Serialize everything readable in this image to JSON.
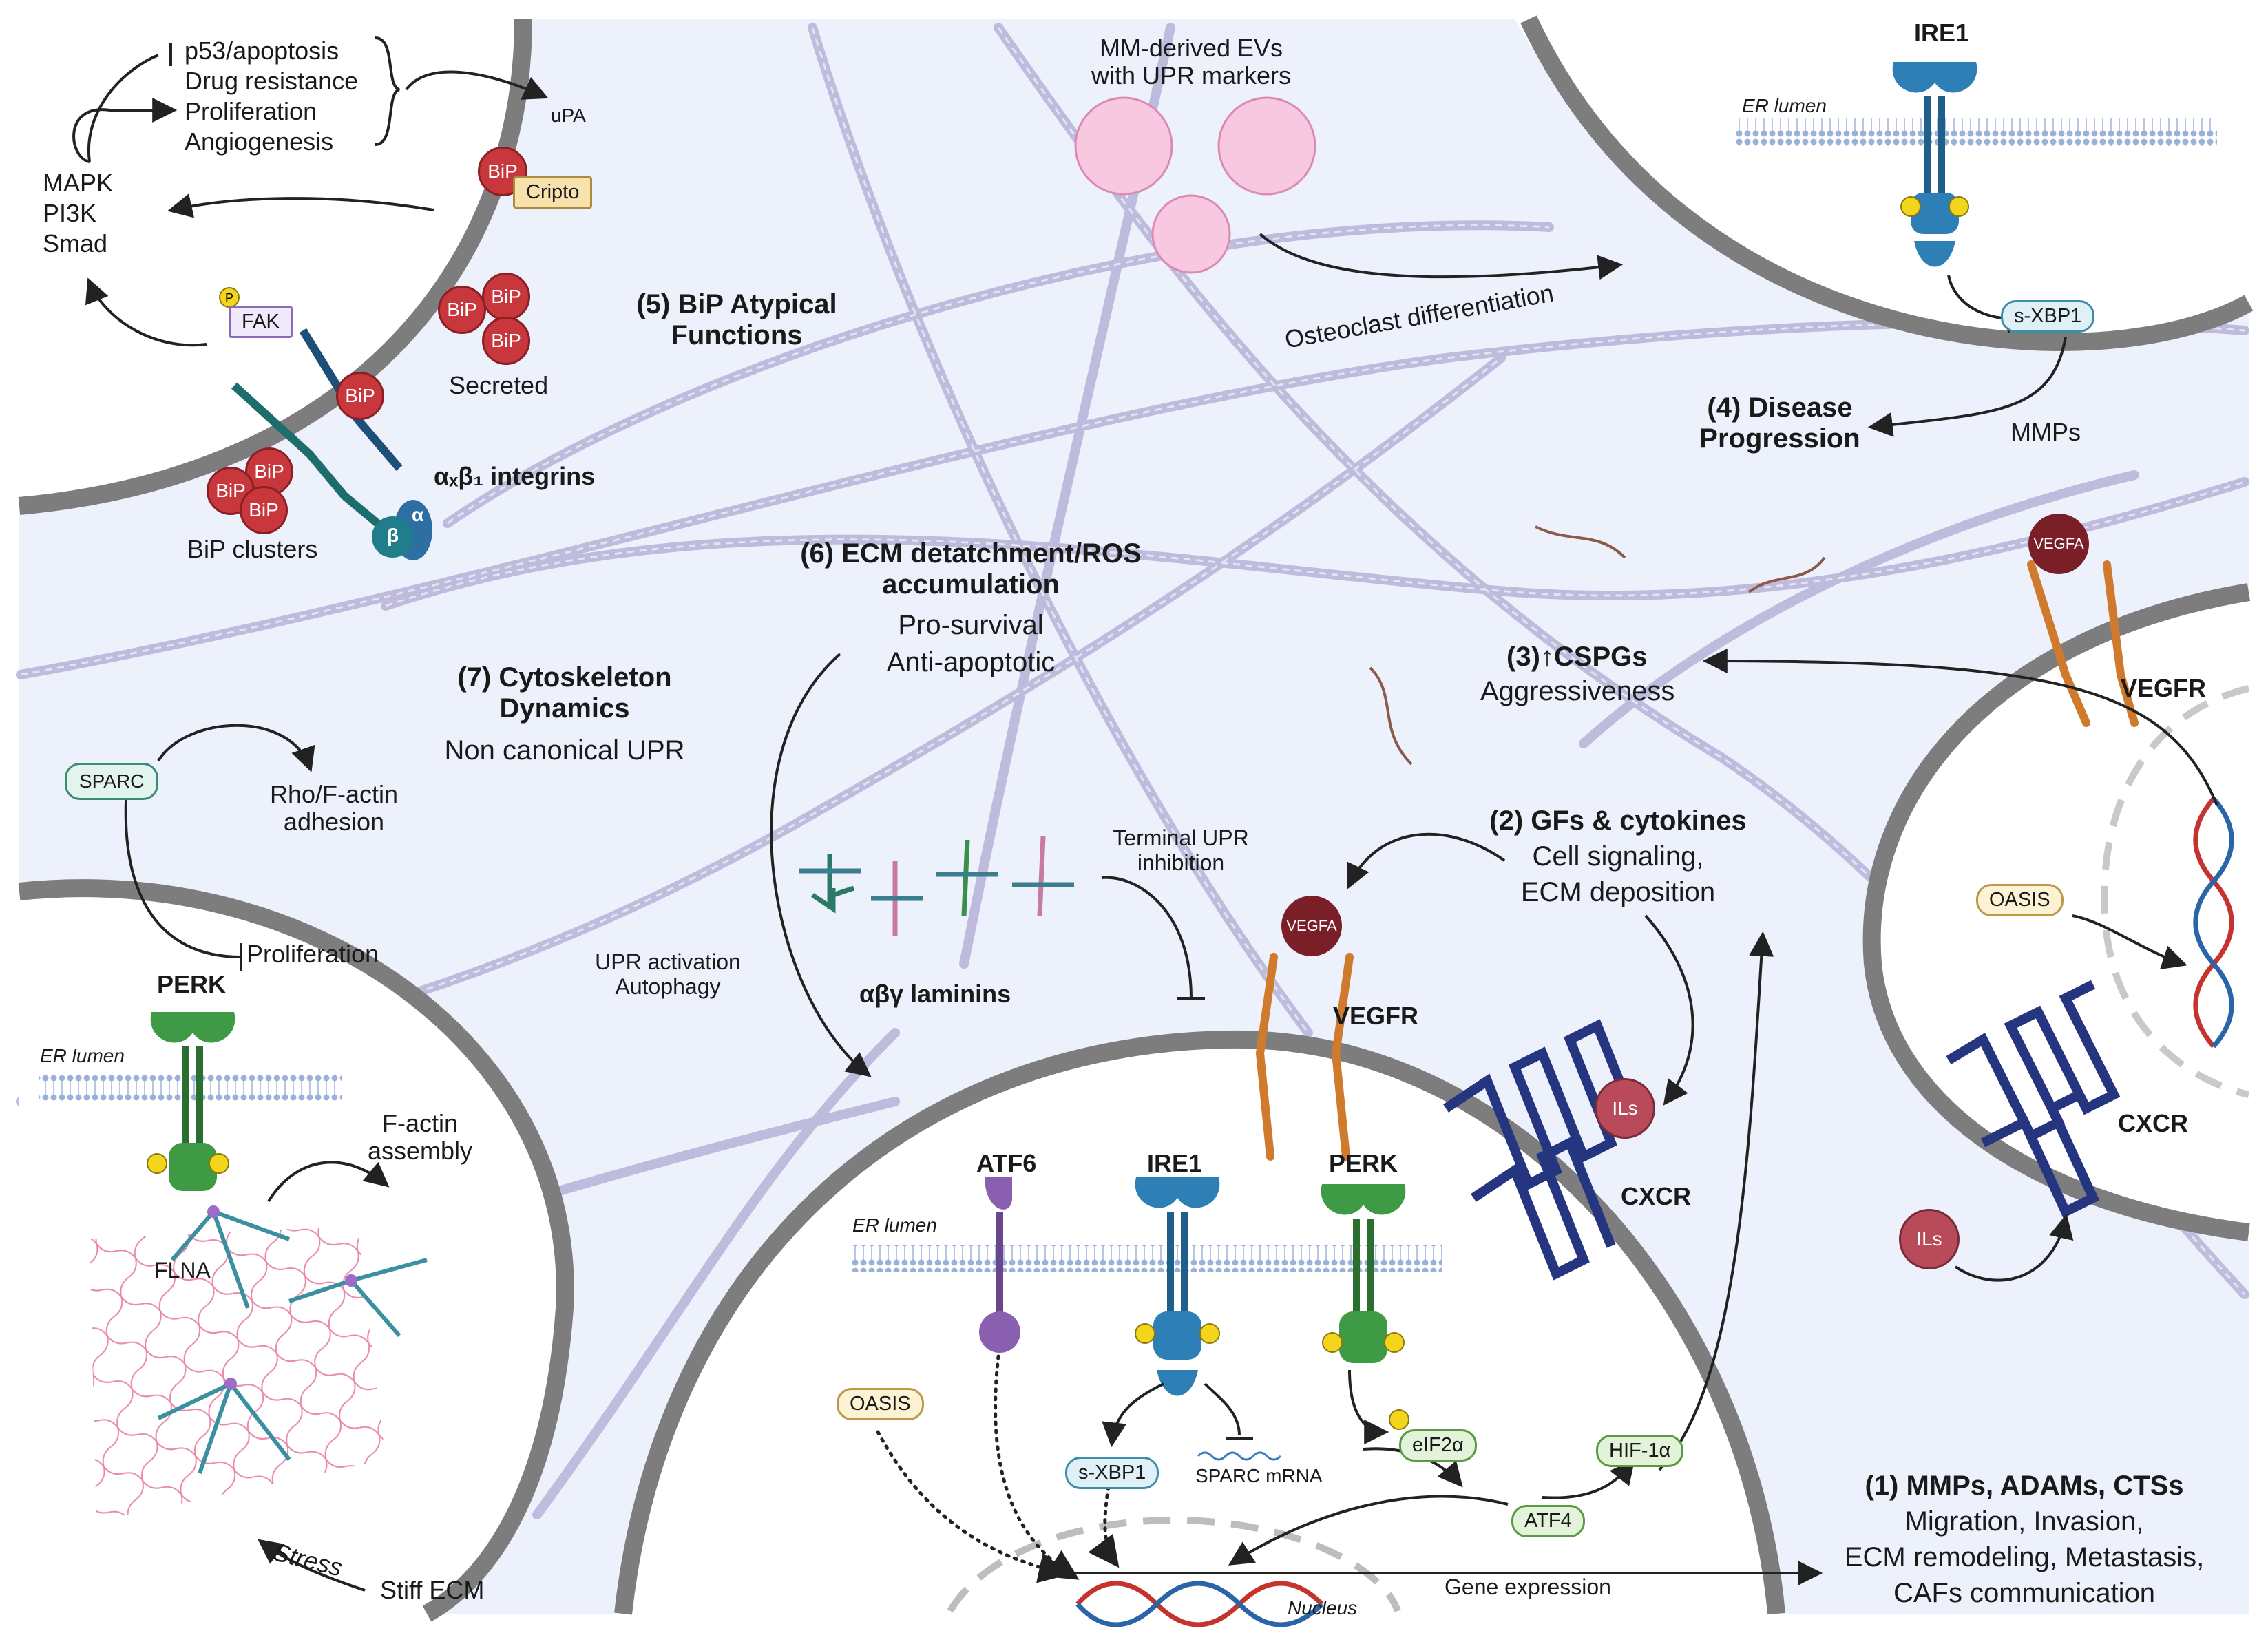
{
  "labels": {
    "p53": "p53/apoptosis",
    "drug": "Drug resistance",
    "prolif": "Proliferation",
    "angio": "Angiogenesis",
    "upa": "uPA",
    "mapk": "MAPK",
    "pi3k": "PI3K",
    "smad": "Smad",
    "bip": "BiP",
    "cripto": "Cripto",
    "fak": "FAK",
    "p": "P",
    "secreted": "Secreted",
    "integrins": "αₓβ₁ integrins",
    "alpha": "α",
    "beta": "β",
    "bip_clusters": "BiP clusters",
    "s5_title_1": "(5) BiP Atypical",
    "s5_title_2": "Functions",
    "ev_1": "MM-derived EVs",
    "ev_2": "with UPR markers",
    "osteoclast": "Osteoclast differentiation",
    "ire1": "IRE1",
    "er_lumen": "ER lumen",
    "sxbp1": "s-XBP1",
    "s4_title_1": "(4) Disease",
    "s4_title_2": "Progression",
    "mmps": "MMPs",
    "s6_title_1": "(6) ECM detatchment/ROS",
    "s6_title_2": "accumulation",
    "pro_survival": "Pro-survival",
    "anti_apoptotic": "Anti-apoptotic",
    "vegfa": "VEGFA",
    "vegfr": "VEGFR",
    "s3_title": "(3)↑CSPGs",
    "aggressiveness": "Aggressiveness",
    "s7_title_1": "(7) Cytoskeleton",
    "s7_title_2": "Dynamics",
    "non_canonical": "Non canonical UPR",
    "sparc": "SPARC",
    "rho_1": "Rho/F-actin",
    "rho_2": "adhesion",
    "proliferation": "Proliferation",
    "perk": "PERK",
    "factin_1": "F-actin",
    "factin_2": "assembly",
    "flna": "FLNA",
    "stress": "Stress",
    "stiff_ecm": "Stiff ECM",
    "terminal_1": "Terminal UPR",
    "terminal_2": "inhibition",
    "laminins": "αβγ laminins",
    "upr_act_1": "UPR activation",
    "upr_act_2": "Autophagy",
    "s2_title": "(2) GFs & cytokines",
    "cell_sig": "Cell signaling,",
    "ecm_dep": "ECM deposition",
    "oasis": "OASIS",
    "ils": "ILs",
    "cxcr": "CXCR",
    "atf6": "ATF6",
    "eif2a": "eIF2α",
    "atf4": "ATF4",
    "hif1a": "HIF-1α",
    "sparc_mrna": "SPARC mRNA",
    "nucleus": "Nucleus",
    "gene_expr": "Gene expression",
    "s1_title": "(1) MMPs, ADAMs, CTSs",
    "s1_l1": "Migration, Invasion,",
    "s1_l2": "ECM remodeling, Metastasis,",
    "s1_l3": "CAFs communication"
  },
  "colors": {
    "background": "#ecf1fc",
    "membrane": "#7a7a7a",
    "bip": "#c7373c",
    "ire1_blue": "#2d7fb5",
    "perk_green": "#3e9a45",
    "atf6_purple": "#8b5fb0",
    "vegf_dark": "#7a1e28",
    "vegfr_orange": "#cf7a2c",
    "cxcr_navy": "#26357f",
    "ils_red": "#b84a5a",
    "ev_pink": "#f6c7e0",
    "ecm_fiber": "#b7b4da",
    "phospho_yellow": "#f3d51c"
  }
}
